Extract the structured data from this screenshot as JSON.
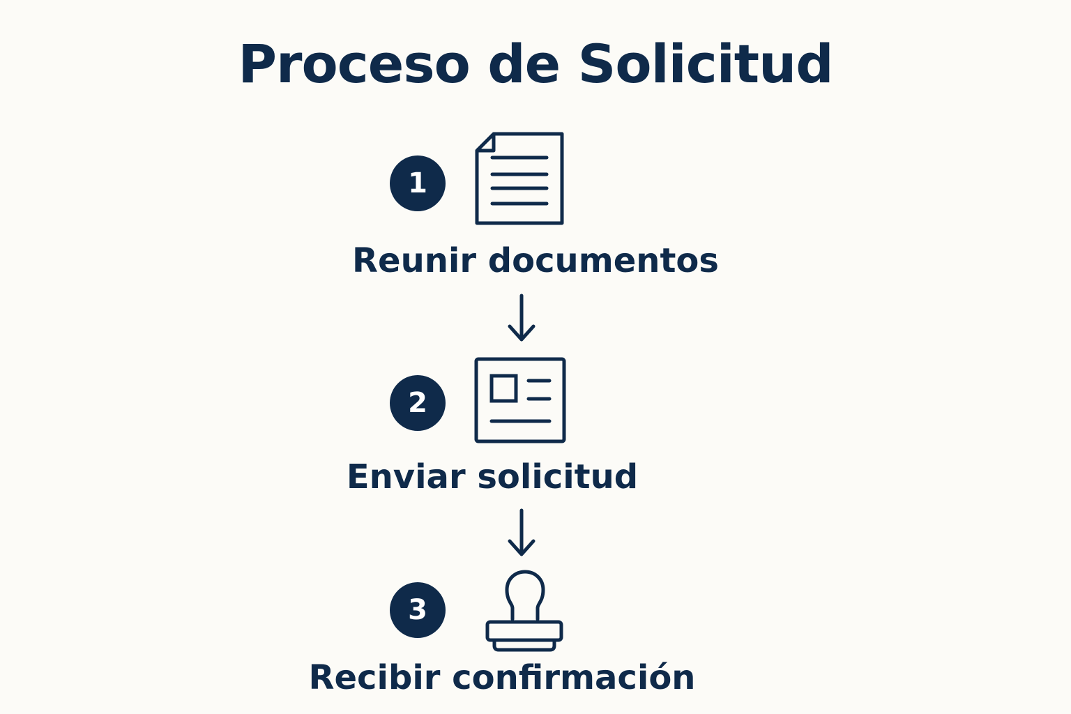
{
  "title": "Proceso de Solicitud",
  "colors": {
    "primary": "#0f2a4a",
    "background": "#fcfbf7"
  },
  "steps": [
    {
      "number": "1",
      "icon": "document-icon",
      "label": "Reunir documentos"
    },
    {
      "number": "2",
      "icon": "id-card-icon",
      "label": "Enviar solicitud"
    },
    {
      "number": "3",
      "icon": "stamp-icon",
      "label": "Recibir confirmación"
    }
  ]
}
